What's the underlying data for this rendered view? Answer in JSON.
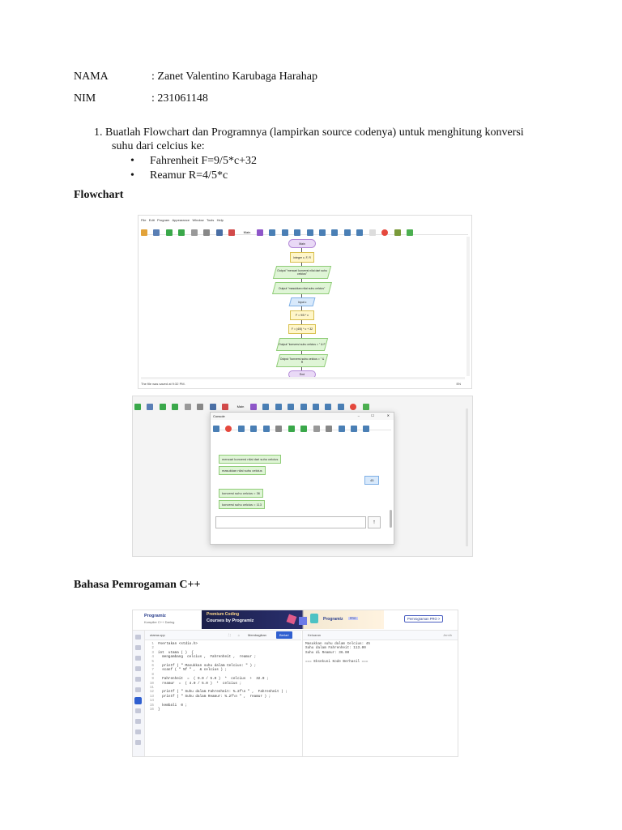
{
  "header": {
    "nama_label": "NAMA",
    "nama_value": ": Zanet Valentino Karubaga Harahap",
    "nim_label": "NIM",
    "nim_value": ": 231061148"
  },
  "task": {
    "number": "1.",
    "text_line1": "Buatlah Flowchart dan Programnya (lampirkan source codenya) untuk menghitung konversi",
    "text_line2": "suhu dari celcius ke:",
    "bullets": [
      "Fahrenheit F=9/5*c+32",
      "Reamur R=4/5*c"
    ]
  },
  "sections": {
    "flowchart": "Flowchart",
    "cpp": "Bahasa Pemrogaman C++"
  },
  "flowgorithm": {
    "menu": [
      "File",
      "Edit",
      "Program",
      "Appearance",
      "Window",
      "Tools",
      "Help"
    ],
    "toolbar_dropdown": "Main",
    "nodes": [
      {
        "kind": "term",
        "text": "Main"
      },
      {
        "kind": "proc",
        "text": "Integer c, F, R"
      },
      {
        "kind": "para",
        "text": "Output \"mencari konversi nilai dari suhu celcius\""
      },
      {
        "kind": "para",
        "text": "Output \"masukkan nilai suhu celcius\""
      },
      {
        "kind": "inp",
        "text": "Input c"
      },
      {
        "kind": "proc",
        "text": "F = 9/5 * c"
      },
      {
        "kind": "proc",
        "text": "F = (4/5) * c + 32"
      },
      {
        "kind": "para",
        "text": "Output \"konversi suhu celcius = \" & F"
      },
      {
        "kind": "para",
        "text": "Output \"konversi suhu celcius = \" & R"
      },
      {
        "kind": "term",
        "text": "End"
      }
    ],
    "status_left": "The file was saved at 9:32 PM.",
    "status_right": "EN"
  },
  "console": {
    "title": "Console",
    "messages": [
      "mencari konversi nilai dari suhu celcius",
      "masukkan nilai suhu celcius",
      "konversi suhu celcius = 36",
      "konversi suhu celcius = 113"
    ],
    "input_echo": "45"
  },
  "programiz": {
    "brand": "Programiz",
    "brand_sub": "Kompiler C++ Daring",
    "banner_line1": "Premium Coding",
    "banner_line2": "Courses by Programiz",
    "banner_brand": "Programiz",
    "banner_badge": "PRO",
    "pro_button": "Pemrograman PRO >",
    "file_tab": "utama.cpp",
    "share_label": "Membagikan",
    "run_label": "Berlari",
    "output_label": "Keluaran",
    "clear_label": "Jernih",
    "code_lines": [
      "#sertakan <stdio.h>",
      "",
      "int  utama ( )  {",
      "  mengambang  celcius ,  Fahrenheit ,  reamur ;",
      "",
      "  printf ( \" Masukkan suhu dalam Celcius: \" ) ;",
      "  scanf ( \" %f \" ,  & celcius ) ;",
      "",
      "  Fahrenheit  =  ( 9.0 / 5.0 )  *  celcius  +  32.0 ;",
      "  reamur  =  ( 4.0 / 5.0 )  *  celcius ;",
      "",
      "  printf ( \" Suhu dalam Fahrenheit: %.2f\\n \" ,  Fahrenheit ) ;",
      "  printf ( \" Suhu dalam Reamur: %.2f\\n \" ,  reamur ) ;",
      "",
      "  kembali  0 ;",
      "}"
    ],
    "output_lines": [
      "Masukkan suhu dalam Celcius: 45",
      "Suhu dalam Fahrenheit: 113.00",
      "Suhu di Reamur: 36.00",
      "",
      "=== Eksekusi Kode Berhasil ==="
    ]
  }
}
